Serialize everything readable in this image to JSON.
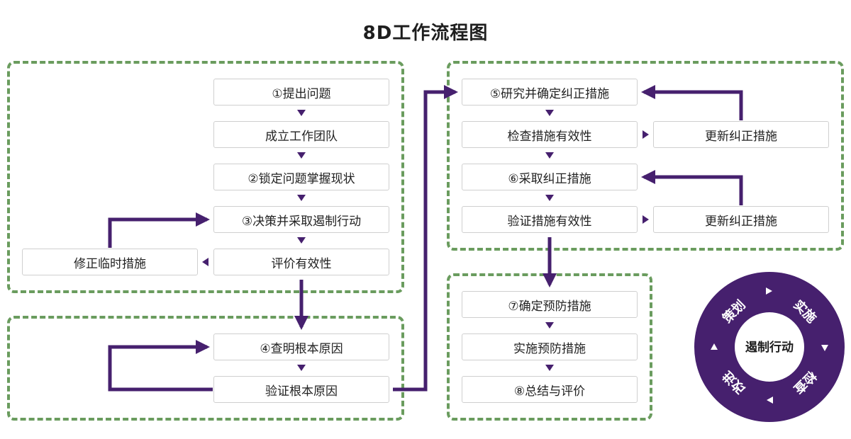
{
  "title": "8D工作流程图",
  "colors": {
    "group_border": "#6a9c5e",
    "connector": "#46206e",
    "cycle_fill": "#46206e"
  },
  "steps": {
    "d1": "①提出问题",
    "d1b": "成立工作团队",
    "d2": "②锁定问题掌握现状",
    "d3": "③决策并采取遏制行动",
    "d3_eval": "评价有效性",
    "d3_fix": "修正临时措施",
    "d4": "④查明根本原因",
    "d4_verify": "验证根本原因",
    "d5": "⑤研究并确定纠正措施",
    "d5_check": "检查措施有效性",
    "d5_update": "更新纠正措施",
    "d6": "⑥采取纠正措施",
    "d6_verify": "验证措施有效性",
    "d6_update": "更新纠正措施",
    "d7": "⑦确定预防措施",
    "d7b": "实施预防措施",
    "d8": "⑧总结与评价"
  },
  "cycle": {
    "center": "遏制行动",
    "plan": "策划",
    "do": "实施",
    "check": "检查",
    "act": "改进"
  }
}
